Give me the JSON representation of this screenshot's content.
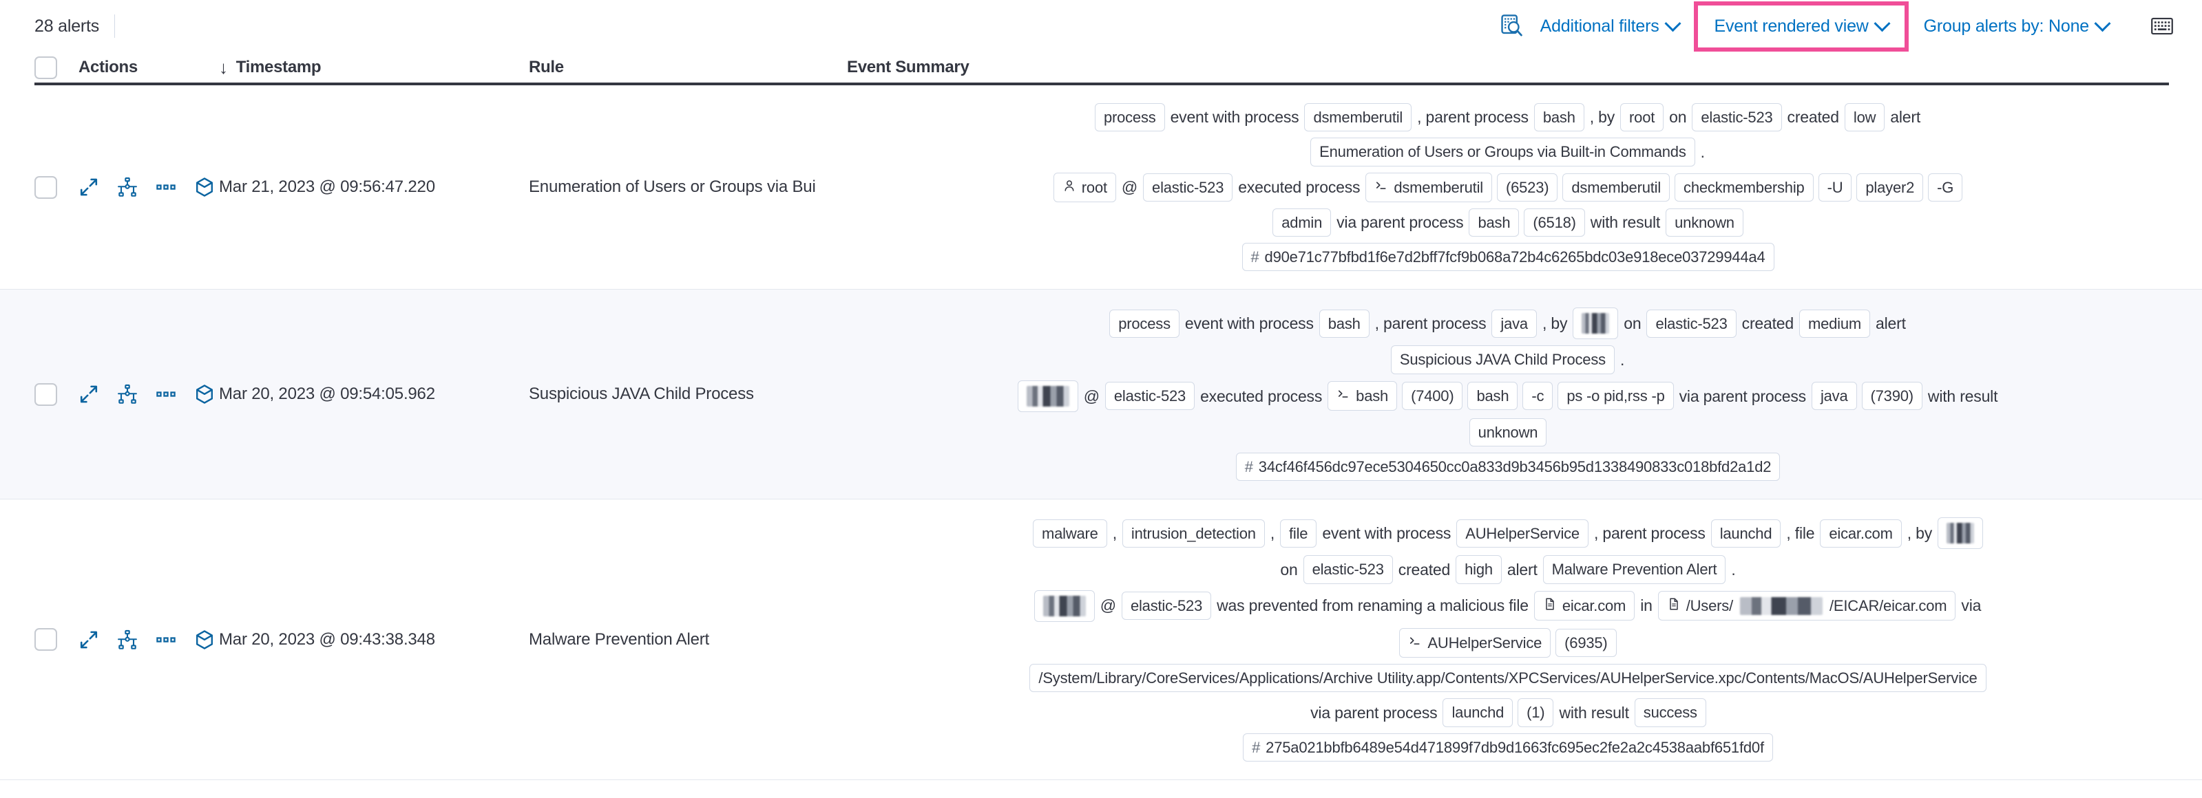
{
  "toolbar": {
    "alerts_count": "28 alerts",
    "inspect_icon": "inspect-search-icon",
    "additional_filters": "Additional filters",
    "view_selector": "Event rendered view",
    "group_alerts_by": "Group alerts by: None",
    "keyboard_icon": "keyboard-icon",
    "highlight_color": "#f04e98",
    "link_color": "#0071c2"
  },
  "table": {
    "headers": {
      "checkbox": "select-all",
      "actions": "Actions",
      "sort_arrow": "↓",
      "timestamp": "Timestamp",
      "rule": "Rule",
      "event_summary": "Event Summary"
    },
    "row_actions": [
      "expand-icon",
      "analyze-event-icon",
      "more-actions-icon",
      "session-view-icon"
    ],
    "rows": [
      {
        "timestamp": "Mar 21, 2023 @ 09:56:47.220",
        "rule": "Enumeration of Users or Groups via Bui",
        "summary_lines": [
          [
            {
              "t": "chip",
              "v": "process"
            },
            {
              "t": "text",
              "v": "event with process"
            },
            {
              "t": "chip",
              "v": "dsmemberutil"
            },
            {
              "t": "text",
              "v": ", parent process"
            },
            {
              "t": "chip",
              "v": "bash"
            },
            {
              "t": "text",
              "v": ", by"
            },
            {
              "t": "chip",
              "v": "root"
            },
            {
              "t": "text",
              "v": "on"
            },
            {
              "t": "chip",
              "v": "elastic-523"
            },
            {
              "t": "text",
              "v": "created"
            },
            {
              "t": "chip",
              "v": "low"
            },
            {
              "t": "text",
              "v": "alert"
            }
          ],
          [
            {
              "t": "chip",
              "v": "Enumeration of Users or Groups via Built-in Commands"
            },
            {
              "t": "text",
              "v": "."
            }
          ],
          [
            {
              "t": "chip",
              "v": "root",
              "icon": "user-icon"
            },
            {
              "t": "text",
              "v": "@"
            },
            {
              "t": "chip",
              "v": "elastic-523"
            },
            {
              "t": "text",
              "v": "executed process"
            },
            {
              "t": "chip",
              "v": "dsmemberutil",
              "icon": "console-icon"
            },
            {
              "t": "chip",
              "v": "(6523)"
            },
            {
              "t": "chip",
              "v": "dsmemberutil"
            },
            {
              "t": "chip",
              "v": "checkmembership"
            },
            {
              "t": "chip",
              "v": "-U"
            },
            {
              "t": "chip",
              "v": "player2"
            },
            {
              "t": "chip",
              "v": "-G"
            }
          ],
          [
            {
              "t": "chip",
              "v": "admin"
            },
            {
              "t": "text",
              "v": "via parent process"
            },
            {
              "t": "chip",
              "v": "bash"
            },
            {
              "t": "chip",
              "v": "(6518)"
            },
            {
              "t": "text",
              "v": "with result"
            },
            {
              "t": "chip",
              "v": "unknown"
            }
          ],
          [
            {
              "t": "hash",
              "v": "d90e71c77bfbd1f6e7d2bff7fcf9b068a72b4c6265bdc03e918ece03729944a4"
            }
          ]
        ]
      },
      {
        "timestamp": "Mar 20, 2023 @ 09:54:05.962",
        "rule": "Suspicious JAVA Child Process",
        "summary_lines": [
          [
            {
              "t": "chip",
              "v": "process"
            },
            {
              "t": "text",
              "v": "event with process"
            },
            {
              "t": "chip",
              "v": "bash"
            },
            {
              "t": "text",
              "v": ", parent process"
            },
            {
              "t": "chip",
              "v": "java"
            },
            {
              "t": "text",
              "v": ", by"
            },
            {
              "t": "redact",
              "v": ""
            },
            {
              "t": "text",
              "v": "on"
            },
            {
              "t": "chip",
              "v": "elastic-523"
            },
            {
              "t": "text",
              "v": "created"
            },
            {
              "t": "chip",
              "v": "medium"
            },
            {
              "t": "text",
              "v": "alert"
            }
          ],
          [
            {
              "t": "chip",
              "v": "Suspicious JAVA Child Process"
            },
            {
              "t": "text",
              "v": "."
            }
          ],
          [
            {
              "t": "redact2",
              "v": ""
            },
            {
              "t": "text",
              "v": "@"
            },
            {
              "t": "chip",
              "v": "elastic-523"
            },
            {
              "t": "text",
              "v": "executed process"
            },
            {
              "t": "chip",
              "v": "bash",
              "icon": "console-icon"
            },
            {
              "t": "chip",
              "v": "(7400)"
            },
            {
              "t": "chip",
              "v": "bash"
            },
            {
              "t": "chip",
              "v": "-c"
            },
            {
              "t": "chip",
              "v": "ps -o pid,rss -p"
            },
            {
              "t": "text",
              "v": "via parent process"
            },
            {
              "t": "chip",
              "v": "java"
            },
            {
              "t": "chip",
              "v": "(7390)"
            },
            {
              "t": "text",
              "v": "with result"
            }
          ],
          [
            {
              "t": "chip",
              "v": "unknown"
            }
          ],
          [
            {
              "t": "hash",
              "v": "34cf46f456dc97ece5304650cc0a833d9b3456b95d1338490833c018bfd2a1d2"
            }
          ]
        ]
      },
      {
        "timestamp": "Mar 20, 2023 @ 09:43:38.348",
        "rule": "Malware Prevention Alert",
        "summary_lines": [
          [
            {
              "t": "chip",
              "v": "malware"
            },
            {
              "t": "text",
              "v": ","
            },
            {
              "t": "chip",
              "v": "intrusion_detection"
            },
            {
              "t": "text",
              "v": ","
            },
            {
              "t": "chip",
              "v": "file"
            },
            {
              "t": "text",
              "v": "event with process"
            },
            {
              "t": "chip",
              "v": "AUHelperService"
            },
            {
              "t": "text",
              "v": ", parent process"
            },
            {
              "t": "chip",
              "v": "launchd"
            },
            {
              "t": "text",
              "v": ", file"
            },
            {
              "t": "chip",
              "v": "eicar.com"
            },
            {
              "t": "text",
              "v": ", by"
            },
            {
              "t": "redact",
              "v": ""
            }
          ],
          [
            {
              "t": "text",
              "v": "on"
            },
            {
              "t": "chip",
              "v": "elastic-523"
            },
            {
              "t": "text",
              "v": "created"
            },
            {
              "t": "chip",
              "v": "high"
            },
            {
              "t": "text",
              "v": "alert"
            },
            {
              "t": "chip",
              "v": "Malware Prevention Alert"
            },
            {
              "t": "text",
              "v": "."
            }
          ],
          [
            {
              "t": "redact2",
              "v": ""
            },
            {
              "t": "text",
              "v": "@"
            },
            {
              "t": "chip",
              "v": "elastic-523"
            },
            {
              "t": "text",
              "v": "was prevented from renaming a malicious file"
            },
            {
              "t": "chip",
              "v": "eicar.com",
              "icon": "file-icon"
            },
            {
              "t": "text",
              "v": "in"
            },
            {
              "t": "chip-path",
              "v": "/Users/",
              "v2": "/EICAR/eicar.com",
              "icon": "file-icon"
            },
            {
              "t": "text",
              "v": "via"
            }
          ],
          [
            {
              "t": "chip",
              "v": "AUHelperService",
              "icon": "console-icon"
            },
            {
              "t": "chip",
              "v": "(6935)"
            }
          ],
          [
            {
              "t": "chip",
              "v": "/System/Library/CoreServices/Applications/Archive Utility.app/Contents/XPCServices/AUHelperService.xpc/Contents/MacOS/AUHelperService"
            }
          ],
          [
            {
              "t": "text",
              "v": "via parent process"
            },
            {
              "t": "chip",
              "v": "launchd"
            },
            {
              "t": "chip",
              "v": "(1)"
            },
            {
              "t": "text",
              "v": "with result"
            },
            {
              "t": "chip",
              "v": "success"
            }
          ],
          [
            {
              "t": "hash",
              "v": "275a021bbfb6489e54d471899f7db9d1663fc695ec2fe2a2c4538aabf651fd0f"
            }
          ]
        ]
      }
    ]
  }
}
